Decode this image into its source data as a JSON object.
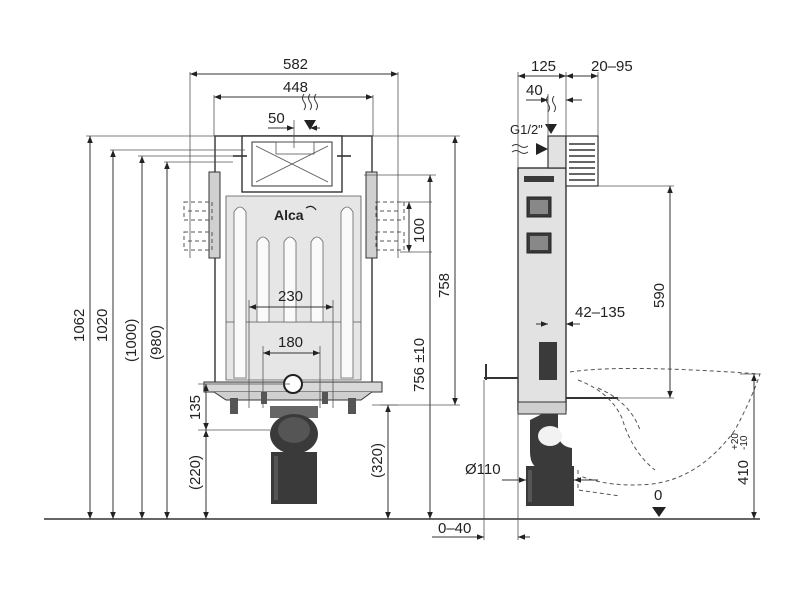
{
  "front_view": {
    "width_overall": "582",
    "width_frame": "448",
    "offset_flush": "50",
    "width_bracket_outer": "230",
    "width_bracket_inner": "180",
    "height_brackets": "100",
    "height_overall": "1062",
    "height_1020": "1020",
    "height_1000": "(1000)",
    "height_980": "(980)",
    "height_758": "758",
    "height_756": "756 ±10",
    "height_135": "135",
    "height_220": "(220)",
    "height_320": "(320)",
    "logo": "Alca"
  },
  "side_view": {
    "depth_125": "125",
    "depth_20_95": "20–95",
    "depth_40": "40",
    "inlet_thread": "G1/2\"",
    "depth_42_135": "42–135",
    "height_590": "590",
    "pipe_diameter": "Ø110",
    "offset_0_40": "0–40",
    "floor_zero": "0",
    "height_410": "410",
    "tol_plus": "+20",
    "tol_minus": "-10"
  }
}
